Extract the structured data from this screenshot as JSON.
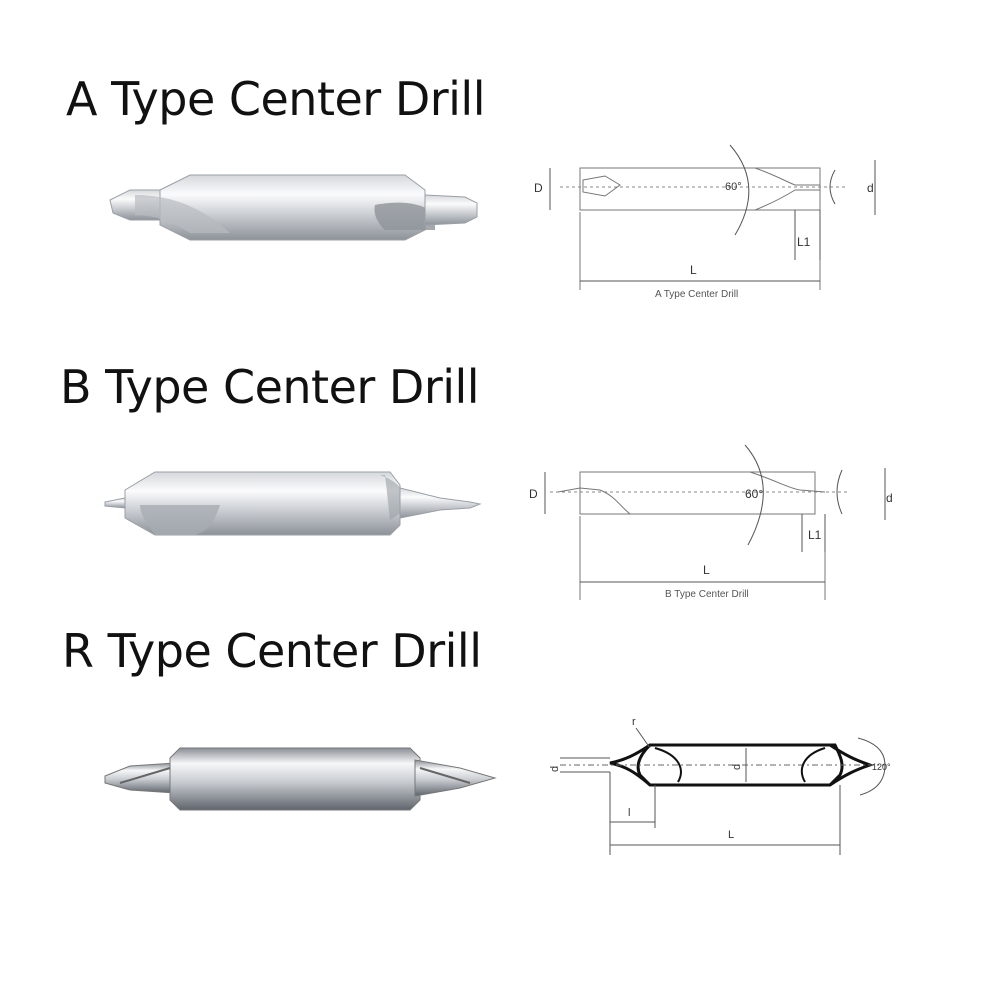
{
  "sections": {
    "a": {
      "title": "A Type Center Drill",
      "labels": {
        "D": "D",
        "d": "d",
        "angle": "60°",
        "L1": "L1",
        "L": "L"
      },
      "caption": "A Type Center Drill"
    },
    "b": {
      "title": "B Type Center Drill",
      "labels": {
        "D": "D",
        "d": "d",
        "angle": "60°",
        "L1": "L1",
        "L": "L"
      },
      "caption": "B Type Center Drill"
    },
    "r": {
      "title": "R Type Center Drill",
      "labels": {
        "d_small": "d",
        "d_large": "d",
        "r": "r",
        "angle": "120°",
        "l": "l",
        "L": "L"
      }
    }
  },
  "colors": {
    "metal_light": "#f4f5f6",
    "metal_mid": "#c9ccd0",
    "metal_dark": "#8a8f96",
    "line": "#555555",
    "outline": "#111111"
  }
}
